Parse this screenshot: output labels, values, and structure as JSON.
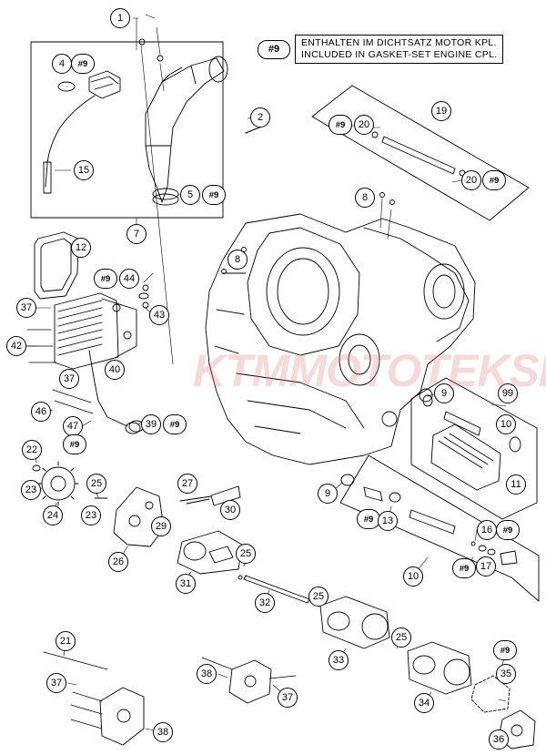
{
  "legend": {
    "tag": "#9",
    "line_de": "ENTHALTEN IM DICHTSATZ MOTOR KPL.",
    "line_en": "INCLUDED IN GASKET-SET ENGINE CPL."
  },
  "watermark": "KTMMOTOTEKSLEP.PL",
  "callouts": [
    {
      "label": "1"
    },
    {
      "label": "2"
    },
    {
      "label": "4"
    },
    {
      "label": "#9"
    },
    {
      "label": "15"
    },
    {
      "label": "5"
    },
    {
      "label": "#9"
    },
    {
      "label": "7"
    },
    {
      "label": "#9"
    },
    {
      "label": "20"
    },
    {
      "label": "19"
    },
    {
      "label": "20"
    },
    {
      "label": "#9"
    },
    {
      "label": "8"
    },
    {
      "label": "8"
    },
    {
      "label": "12"
    },
    {
      "label": "#9"
    },
    {
      "label": "44"
    },
    {
      "label": "43"
    },
    {
      "label": "37"
    },
    {
      "label": "42"
    },
    {
      "label": "40"
    },
    {
      "label": "37"
    },
    {
      "label": "46"
    },
    {
      "label": "47"
    },
    {
      "label": "#9"
    },
    {
      "label": "39"
    },
    {
      "label": "#9"
    },
    {
      "label": "9"
    },
    {
      "label": "99"
    },
    {
      "label": "10"
    },
    {
      "label": "11"
    },
    {
      "label": "22"
    },
    {
      "label": "23"
    },
    {
      "label": "24"
    },
    {
      "label": "25"
    },
    {
      "label": "23"
    },
    {
      "label": "27"
    },
    {
      "label": "30"
    },
    {
      "label": "29"
    },
    {
      "label": "26"
    },
    {
      "label": "9"
    },
    {
      "label": "#9"
    },
    {
      "label": "13"
    },
    {
      "label": "16"
    },
    {
      "label": "#9"
    },
    {
      "label": "#9"
    },
    {
      "label": "17"
    },
    {
      "label": "10"
    },
    {
      "label": "31"
    },
    {
      "label": "25"
    },
    {
      "label": "32"
    },
    {
      "label": "25"
    },
    {
      "label": "21"
    },
    {
      "label": "25"
    },
    {
      "label": "33"
    },
    {
      "label": "#9"
    },
    {
      "label": "35"
    },
    {
      "label": "37"
    },
    {
      "label": "38"
    },
    {
      "label": "37"
    },
    {
      "label": "34"
    },
    {
      "label": "38"
    },
    {
      "label": "36"
    }
  ]
}
